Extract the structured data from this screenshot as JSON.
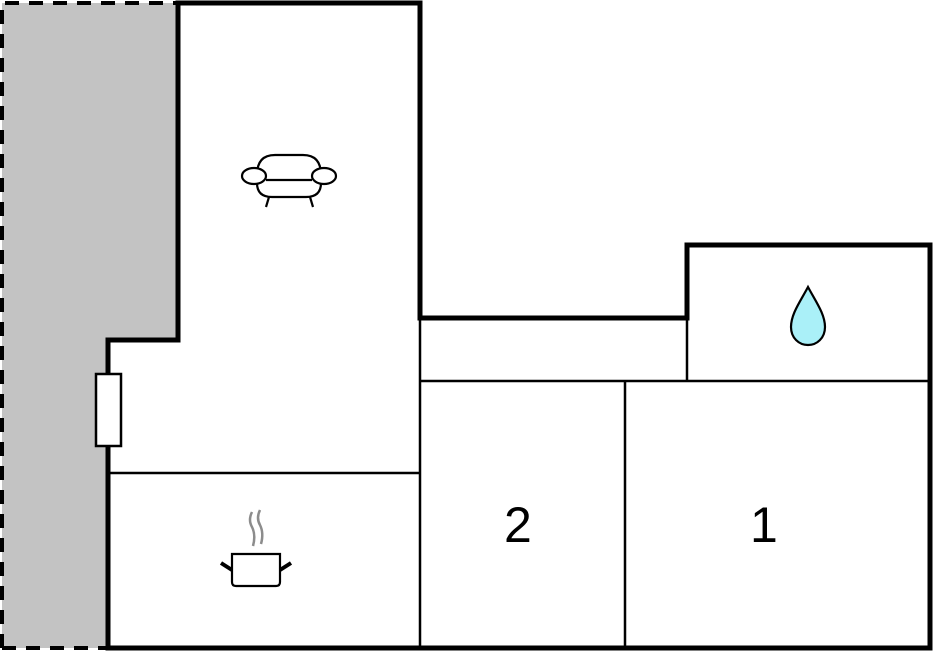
{
  "diagram": {
    "type": "floor-plan",
    "colors": {
      "wall": "#000000",
      "outside_area": "#c3c3c3",
      "background": "#ffffff",
      "water_fill": "#aaf0f8",
      "steam": "#8c8c8c"
    },
    "rooms": [
      {
        "id": "living",
        "icon": "sofa-icon",
        "label": ""
      },
      {
        "id": "kitchen",
        "icon": "cooking-pot-icon",
        "label": ""
      },
      {
        "id": "hallway",
        "icon": "",
        "label": ""
      },
      {
        "id": "bathroom",
        "icon": "water-drop-icon",
        "label": ""
      },
      {
        "id": "bedroom-2",
        "icon": "",
        "label": "2"
      },
      {
        "id": "bedroom-1",
        "icon": "",
        "label": "1"
      }
    ],
    "door": {
      "icon": "entrance-door-icon"
    },
    "outside": {
      "label": "",
      "style": "dashed-border gray area"
    }
  }
}
